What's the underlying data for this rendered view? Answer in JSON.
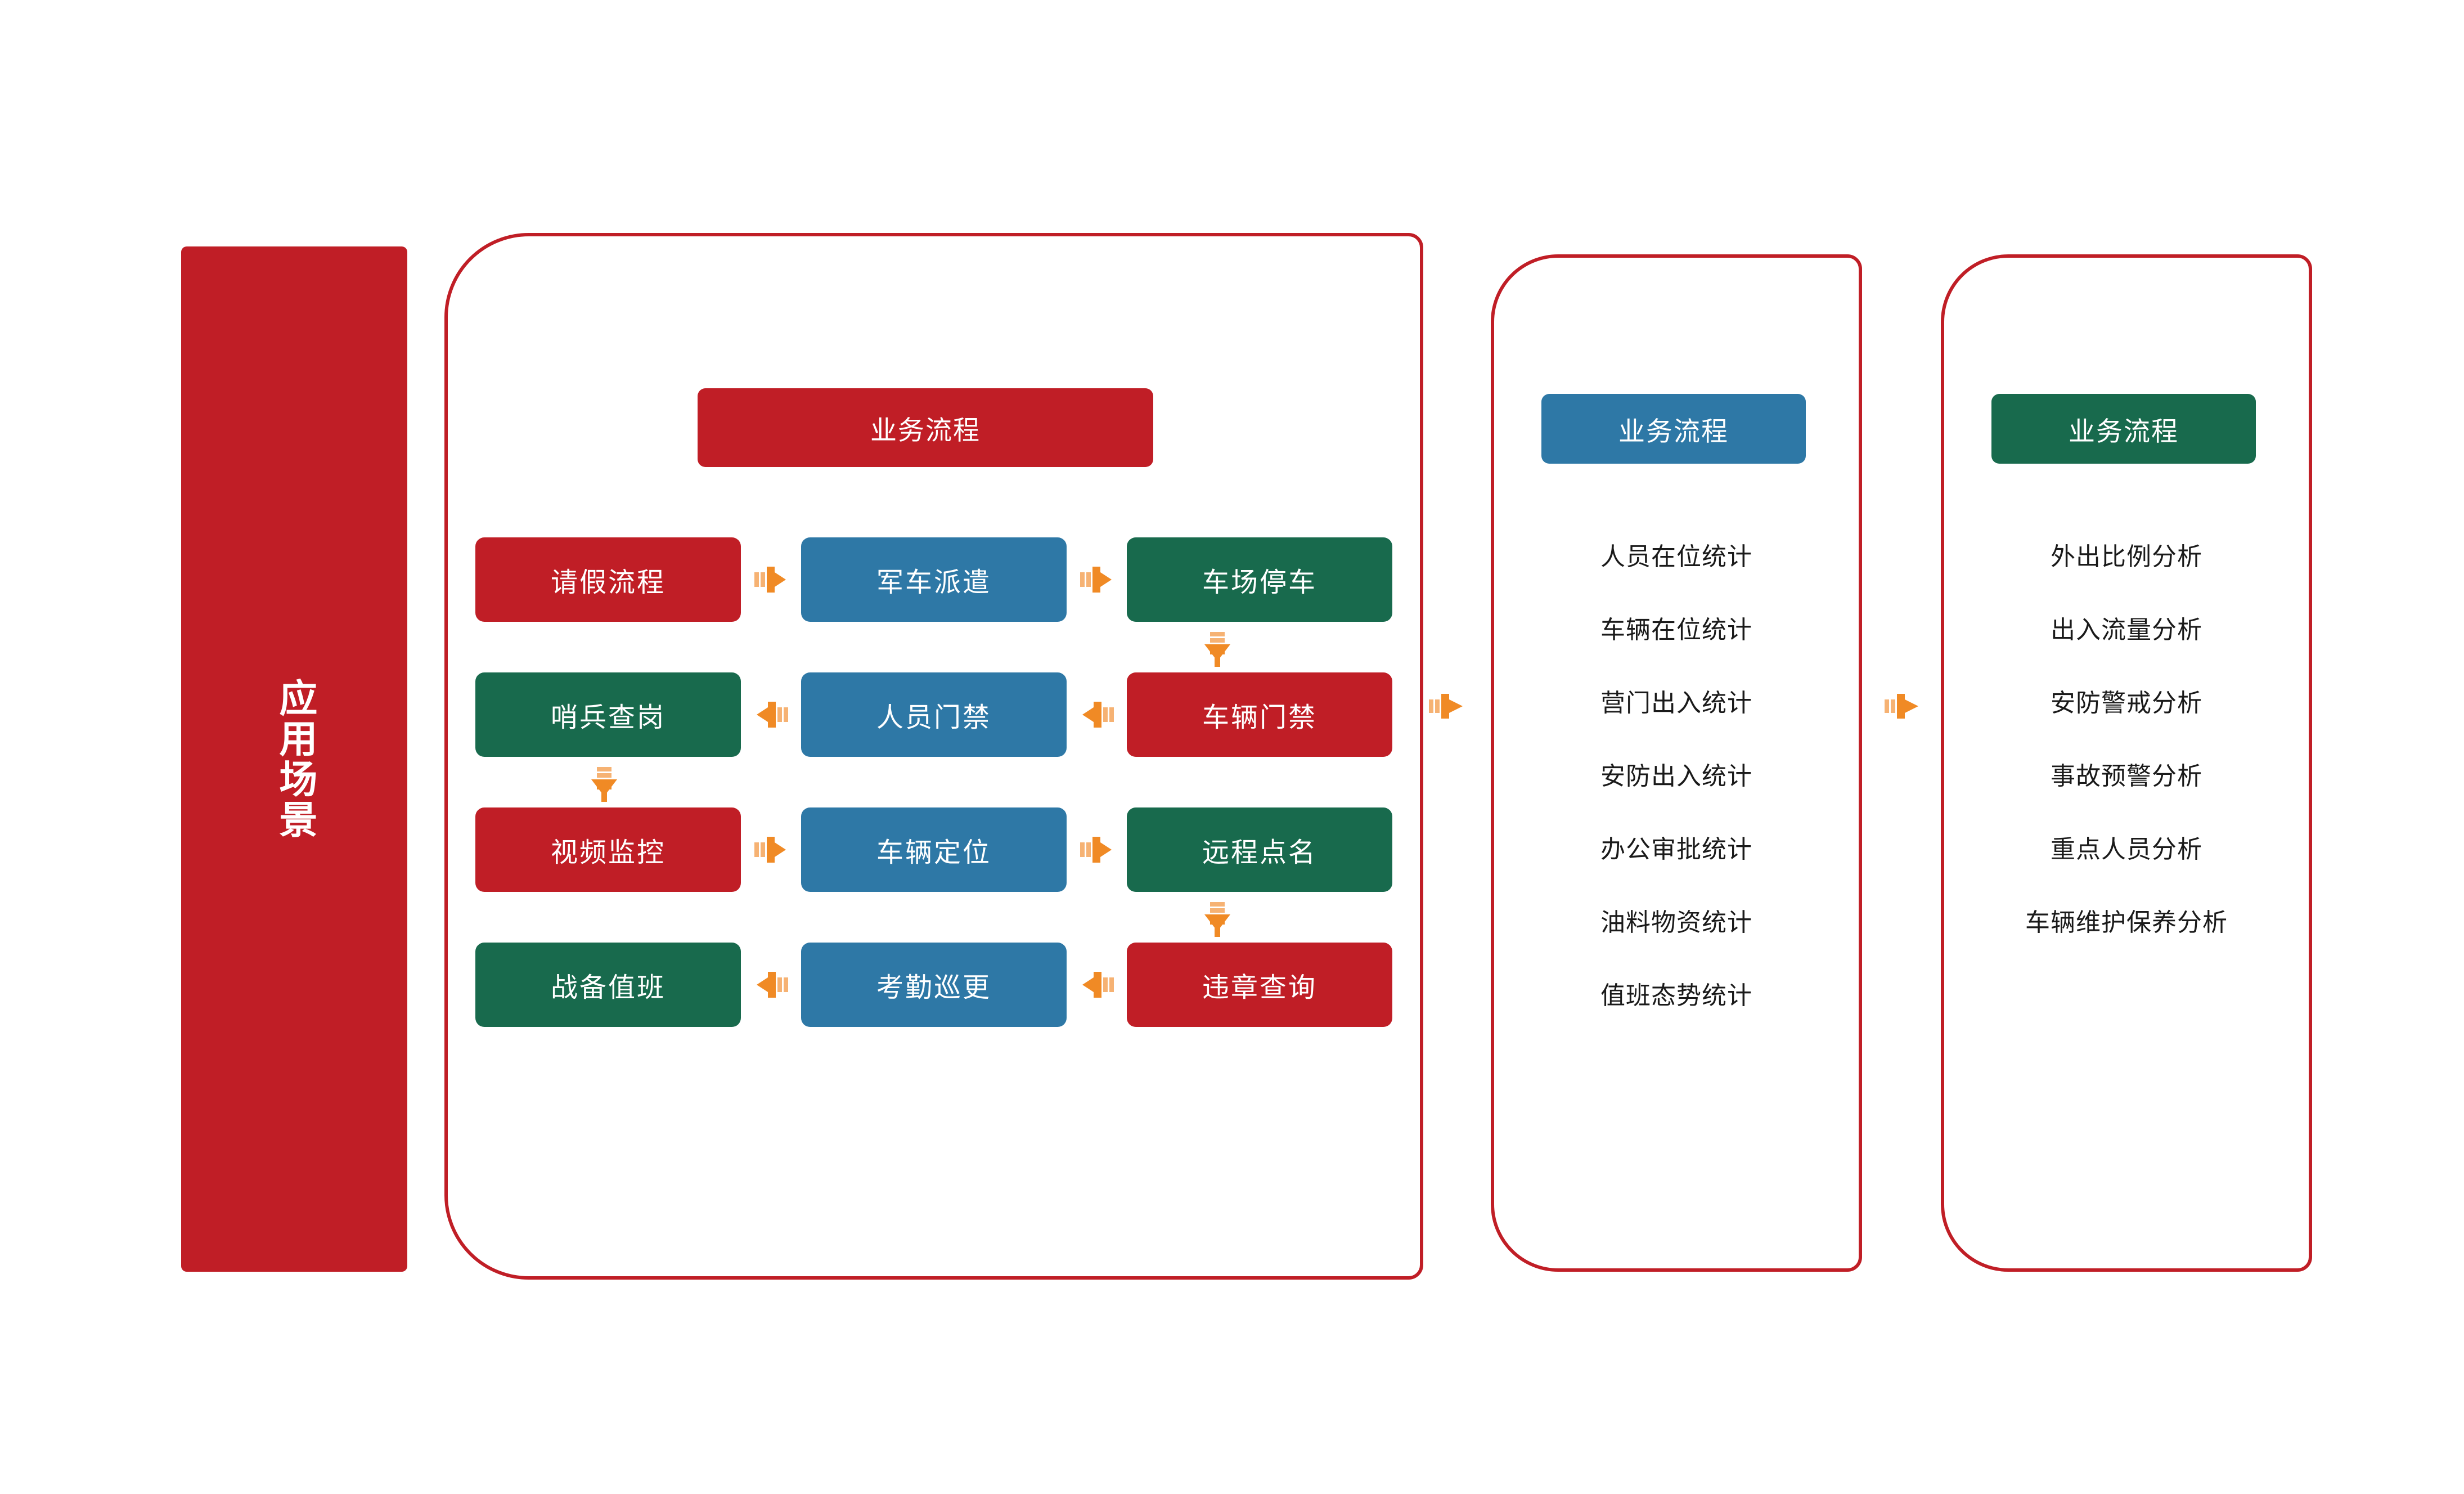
{
  "colors": {
    "red": "#C01E26",
    "blue": "#2E78A6",
    "green": "#186A4D",
    "orange": "#F08A25",
    "text_dark": "#1a1a1a",
    "white": "#ffffff"
  },
  "scenario_banner": {
    "label": "应用场景"
  },
  "panels": {
    "process": {
      "header": "业务流程",
      "header_color": "#C01E26",
      "rows": [
        {
          "direction": "right",
          "boxes": [
            {
              "label": "请假流程",
              "color": "red"
            },
            {
              "label": "军车派遣",
              "color": "blue"
            },
            {
              "label": "车场停车",
              "color": "green"
            }
          ]
        },
        {
          "direction": "left",
          "boxes": [
            {
              "label": "哨兵查岗",
              "color": "green"
            },
            {
              "label": "人员门禁",
              "color": "blue"
            },
            {
              "label": "车辆门禁",
              "color": "red"
            }
          ]
        },
        {
          "direction": "right",
          "boxes": [
            {
              "label": "视频监控",
              "color": "red"
            },
            {
              "label": "车辆定位",
              "color": "blue"
            },
            {
              "label": "远程点名",
              "color": "green"
            }
          ]
        },
        {
          "direction": "left",
          "boxes": [
            {
              "label": "战备值班",
              "color": "green"
            },
            {
              "label": "考勤巡更",
              "color": "blue"
            },
            {
              "label": "违章查询",
              "color": "red"
            }
          ]
        }
      ]
    },
    "statistics": {
      "header": "业务流程",
      "header_color": "#2E78A6",
      "items": [
        "人员在位统计",
        "车辆在位统计",
        "营门出入统计",
        "安防出入统计",
        "办公审批统计",
        "油料物资统计",
        "值班态势统计"
      ]
    },
    "analysis": {
      "header": "业务流程",
      "header_color": "#186A4D",
      "items": [
        "外出比例分析",
        "出入流量分析",
        "安防警戒分析",
        "事故预警分析",
        "重点人员分析",
        "车辆维护保养分析"
      ]
    }
  },
  "arrows": {
    "process_to_statistics": "right-arrow-icon",
    "statistics_to_analysis": "right-arrow-icon",
    "row1_to_row2": "down-arrow-icon",
    "row2_to_row3": "down-arrow-icon",
    "row3_to_row4": "down-arrow-icon"
  }
}
